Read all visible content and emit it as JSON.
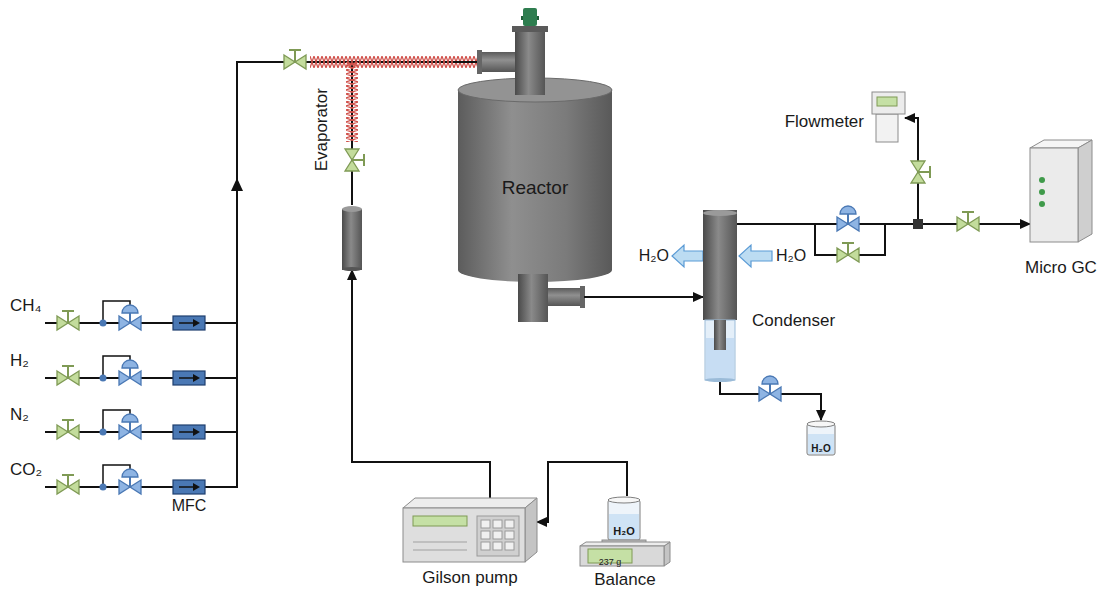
{
  "diagram": {
    "nodes": [
      {
        "text": [
          "Evaporator"
        ]
      },
      {
        "text": [
          "Reactor"
        ]
      },
      {
        "text": [
          "Flowmeter"
        ]
      },
      {
        "text": [
          "Condenser"
        ]
      },
      {
        "text": [
          "Micro GC"
        ]
      },
      {
        "text": [
          "H₂O"
        ]
      },
      {
        "text": [
          "Gilson pump"
        ]
      },
      {
        "text": [
          "H₂O",
          "237 g",
          "Balance"
        ]
      }
    ],
    "edges": [
      {
        "from": 6,
        "to": 0,
        "arrow": "to"
      },
      {
        "from": 7,
        "to": 6,
        "arrow": "to"
      },
      {
        "from": 0,
        "to": 1,
        "arrow": "none"
      },
      {
        "from": 1,
        "to": 3,
        "arrow": "to"
      },
      {
        "from": 3,
        "to": 2,
        "arrow": "to"
      },
      {
        "from": 3,
        "to": 4,
        "arrow": "to"
      },
      {
        "from": 3,
        "to": 5,
        "arrow": "to"
      }
    ],
    "labels": [
      "CH₄",
      "H₂",
      "N₂",
      "CO₂",
      "MFC",
      "H₂O",
      "H₂O"
    ]
  }
}
